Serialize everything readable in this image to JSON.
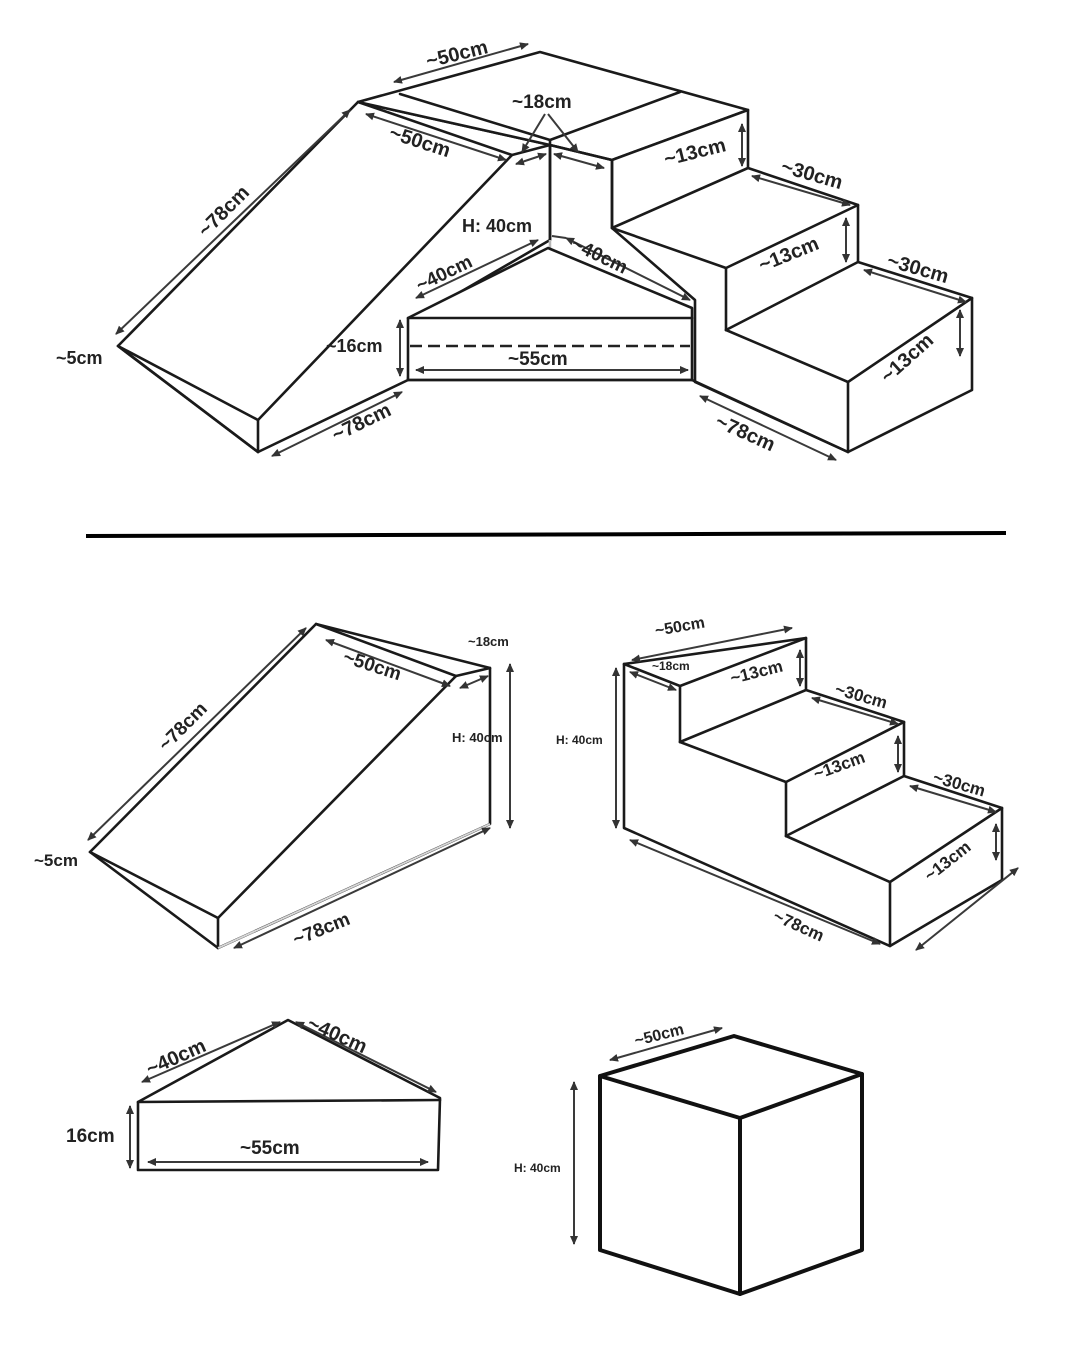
{
  "assembled": {
    "top_width": "~50cm",
    "gap": "~18cm",
    "top_depth": "~50cm",
    "slide_length": "~78cm",
    "height": "H: 40cm",
    "tri_side_left": "~40cm",
    "tri_side_right": "~40cm",
    "tri_height": "~16cm",
    "tri_base": "~55cm",
    "ramp_front": "~5cm",
    "base_left": "~78cm",
    "base_right": "~78cm",
    "step1_rise": "~13cm",
    "step2_tread": "~30cm",
    "step2_rise": "~13cm",
    "step3_tread": "~30cm",
    "step3_rise": "~13cm"
  },
  "ramp": {
    "top_width": "~50cm",
    "top_depth": "~18cm",
    "slope": "~78cm",
    "height": "H: 40cm",
    "front": "~5cm",
    "base": "~78cm"
  },
  "stairs": {
    "top_width": "~50cm",
    "top_depth": "~18cm",
    "height": "H: 40cm",
    "rise1": "~13cm",
    "tread2": "~30cm",
    "rise2": "~13cm",
    "tread3": "~30cm",
    "rise3": "~13cm",
    "base": "~78cm"
  },
  "wedge": {
    "side_left": "~40cm",
    "side_right": "~40cm",
    "height": "16cm",
    "base": "~55cm"
  },
  "cube": {
    "width": "~50cm",
    "height": "H: 40cm"
  }
}
